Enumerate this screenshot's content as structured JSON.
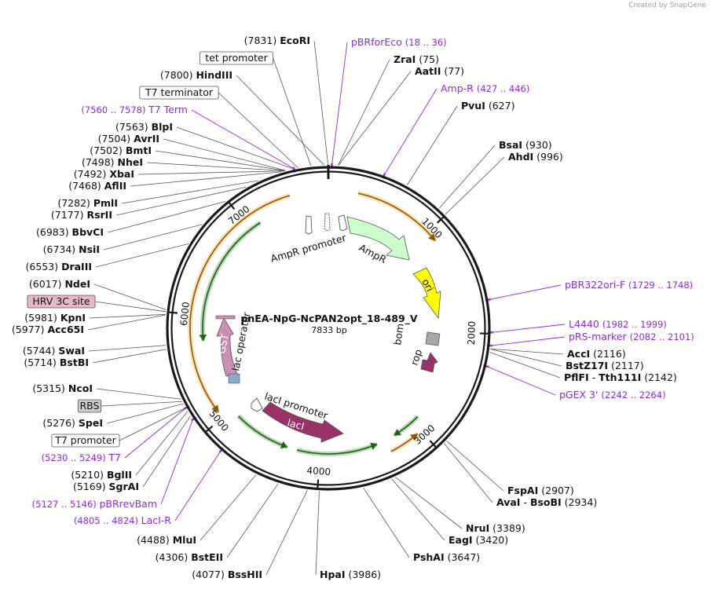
{
  "credit": "Created by SnapGene",
  "plasmid": {
    "name": "pnEA-NpG-NcPAN2opt_18-489_V",
    "size_label": "7833 bp",
    "length": 7833
  },
  "colors": {
    "backbone": "#1a1a1a",
    "feature_purple": "#8a2be2",
    "orange_arrow": "#f0a030",
    "green_arrow": "#2e8b22"
  },
  "ticks": [
    "1000",
    "2000",
    "3000",
    "4000",
    "5000",
    "6000",
    "7000"
  ],
  "enzymes": [
    {
      "name": "EcoRI",
      "pos": "(7831)"
    },
    {
      "name": "ZraI",
      "pos": "(75)"
    },
    {
      "name": "AatII",
      "pos": "(77)"
    },
    {
      "name": "PvuI",
      "pos": "(627)"
    },
    {
      "name": "BsaI",
      "pos": "(930)"
    },
    {
      "name": "AhdI",
      "pos": "(996)"
    },
    {
      "name": "AccI",
      "pos": "(2116)"
    },
    {
      "name": "BstZ17I",
      "pos": "(2117)"
    },
    {
      "name": "PflFI",
      "pos": ""
    },
    {
      "name": "Tth111I",
      "pos": "(2142)"
    },
    {
      "name": "FspAI",
      "pos": "(2907)"
    },
    {
      "name": "AvaI",
      "pos": ""
    },
    {
      "name": "BsoBI",
      "pos": "(2934)"
    },
    {
      "name": "NruI",
      "pos": "(3389)"
    },
    {
      "name": "EagI",
      "pos": "(3420)"
    },
    {
      "name": "PshAI",
      "pos": "(3647)"
    },
    {
      "name": "HpaI",
      "pos": "(3986)"
    },
    {
      "name": "BssHII",
      "pos": "(4077)"
    },
    {
      "name": "BstEII",
      "pos": "(4306)"
    },
    {
      "name": "MluI",
      "pos": "(4488)"
    },
    {
      "name": "SgrAI",
      "pos": "(5169)"
    },
    {
      "name": "BglII",
      "pos": "(5210)"
    },
    {
      "name": "SpeI",
      "pos": "(5276)"
    },
    {
      "name": "NcoI",
      "pos": "(5315)"
    },
    {
      "name": "BstBI",
      "pos": "(5714)"
    },
    {
      "name": "SwaI",
      "pos": "(5744)"
    },
    {
      "name": "Acc65I",
      "pos": "(5977)"
    },
    {
      "name": "KpnI",
      "pos": "(5981)"
    },
    {
      "name": "NdeI",
      "pos": "(6017)"
    },
    {
      "name": "DraIII",
      "pos": "(6553)"
    },
    {
      "name": "NsiI",
      "pos": "(6734)"
    },
    {
      "name": "BbvCI",
      "pos": "(6983)"
    },
    {
      "name": "RsrII",
      "pos": "(7177)"
    },
    {
      "name": "PmlI",
      "pos": "(7282)"
    },
    {
      "name": "AflII",
      "pos": "(7468)"
    },
    {
      "name": "XbaI",
      "pos": "(7492)"
    },
    {
      "name": "NheI",
      "pos": "(7498)"
    },
    {
      "name": "BmtI",
      "pos": "(7502)"
    },
    {
      "name": "AvrII",
      "pos": "(7504)"
    },
    {
      "name": "BlpI",
      "pos": "(7563)"
    },
    {
      "name": "HindIII",
      "pos": "(7800)"
    }
  ],
  "primers": [
    {
      "name": "pBRforEco",
      "range": "(18 .. 36)"
    },
    {
      "name": "Amp-R",
      "range": "(427 .. 446)"
    },
    {
      "name": "pBR322ori-F",
      "range": "(1729 .. 1748)"
    },
    {
      "name": "L4440",
      "range": "(1982 .. 1999)"
    },
    {
      "name": "pRS-marker",
      "range": "(2082 .. 2101)"
    },
    {
      "name": "pGEX 3'",
      "range": "(2242 .. 2264)"
    },
    {
      "name": "LacI-R",
      "range": "(4805 .. 4824)"
    },
    {
      "name": "pBRrevBam",
      "range": "(5127 .. 5146)"
    },
    {
      "name": "T7",
      "range": "(5230 .. 5249)"
    },
    {
      "name": "T7 Term",
      "range": "(7560 .. 7578)"
    }
  ],
  "boxed_labels": [
    "tet promoter",
    "T7 terminator",
    "HRV 3C site",
    "RBS",
    "T7 promoter"
  ],
  "features": {
    "ampr_promoter": "AmpR promoter",
    "ampr": "AmpR",
    "ori": "ori",
    "bom": "bom",
    "rop": "rop",
    "laci_promoter": "lacI promoter",
    "laci": "lacI",
    "lac_operator": "lac operator",
    "gst": "GST"
  }
}
